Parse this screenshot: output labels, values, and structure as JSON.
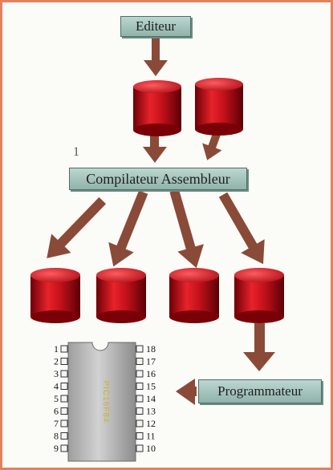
{
  "nodes": {
    "editeur": "Editeur",
    "compilateur": "Compilateur Assembleur",
    "programmateur": "Programmateur"
  },
  "stray_mark": "1",
  "chip": {
    "marking": "PIC16F84",
    "left_pins": [
      "1",
      "2",
      "3",
      "4",
      "5",
      "6",
      "7",
      "8",
      "9"
    ],
    "right_pins": [
      "18",
      "17",
      "16",
      "15",
      "14",
      "13",
      "12",
      "11",
      "10"
    ]
  },
  "colors": {
    "border": "#e0825e",
    "arrow": "#8a4a38",
    "cylinder": "#c0121b",
    "node_fill": "#a8c6be",
    "chip_body": "#c4c4c4"
  }
}
